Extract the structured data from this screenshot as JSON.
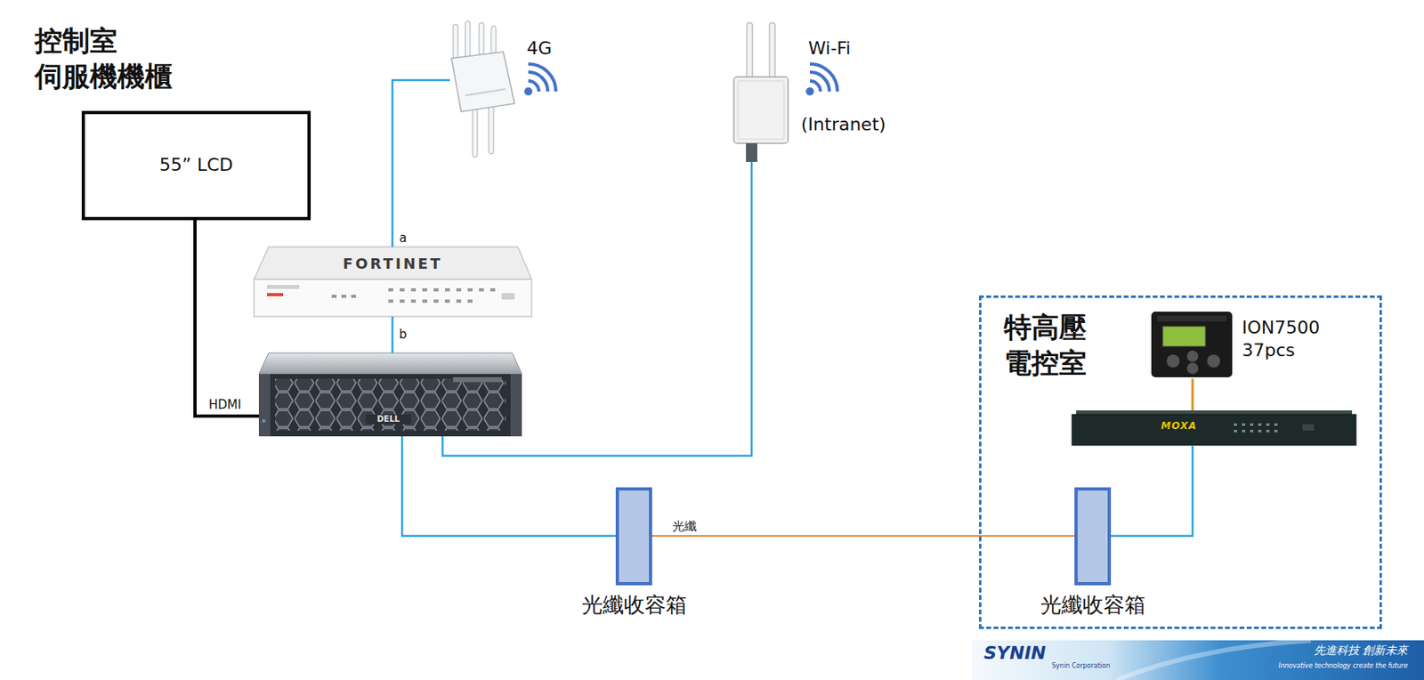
{
  "diagram": {
    "title": "控制室 伺服機機櫃",
    "nodes": [
      {
        "text": [
          "55” LCD"
        ]
      },
      {
        "text": [
          "4G"
        ]
      },
      {
        "text": [
          "Wi-Fi",
          "(Intranet)"
        ]
      },
      {
        "text": [
          "FORTINET"
        ]
      },
      {
        "text": [
          "DELL"
        ]
      },
      {
        "text": [
          "特高壓 電控室"
        ]
      },
      {
        "text": [
          "ION7500 37pcs"
        ],
        "in": 5
      },
      {
        "text": [
          "MOXA"
        ],
        "in": 5
      },
      {
        "text": [
          "光纖收容箱"
        ]
      },
      {
        "text": [
          "光纖收容箱"
        ],
        "in": 5
      }
    ],
    "edges": [
      {
        "from": 0,
        "to": 4,
        "label": "HDMI",
        "arrow": "none"
      },
      {
        "from": 3,
        "to": 1,
        "label": "a",
        "arrow": "none"
      },
      {
        "from": 3,
        "to": 4,
        "label": "b",
        "arrow": "none"
      },
      {
        "from": 4,
        "to": 2,
        "arrow": "none"
      },
      {
        "from": 4,
        "to": 8,
        "arrow": "none"
      },
      {
        "from": 8,
        "to": 9,
        "label": "光纖",
        "arrow": "none"
      },
      {
        "from": 9,
        "to": 7,
        "arrow": "none"
      },
      {
        "from": 7,
        "to": 6,
        "arrow": "none"
      }
    ],
    "labels": [
      "SYNIN",
      "Synin Corporation",
      "先進科技 創新未來",
      "Innovative technology create the future"
    ]
  }
}
